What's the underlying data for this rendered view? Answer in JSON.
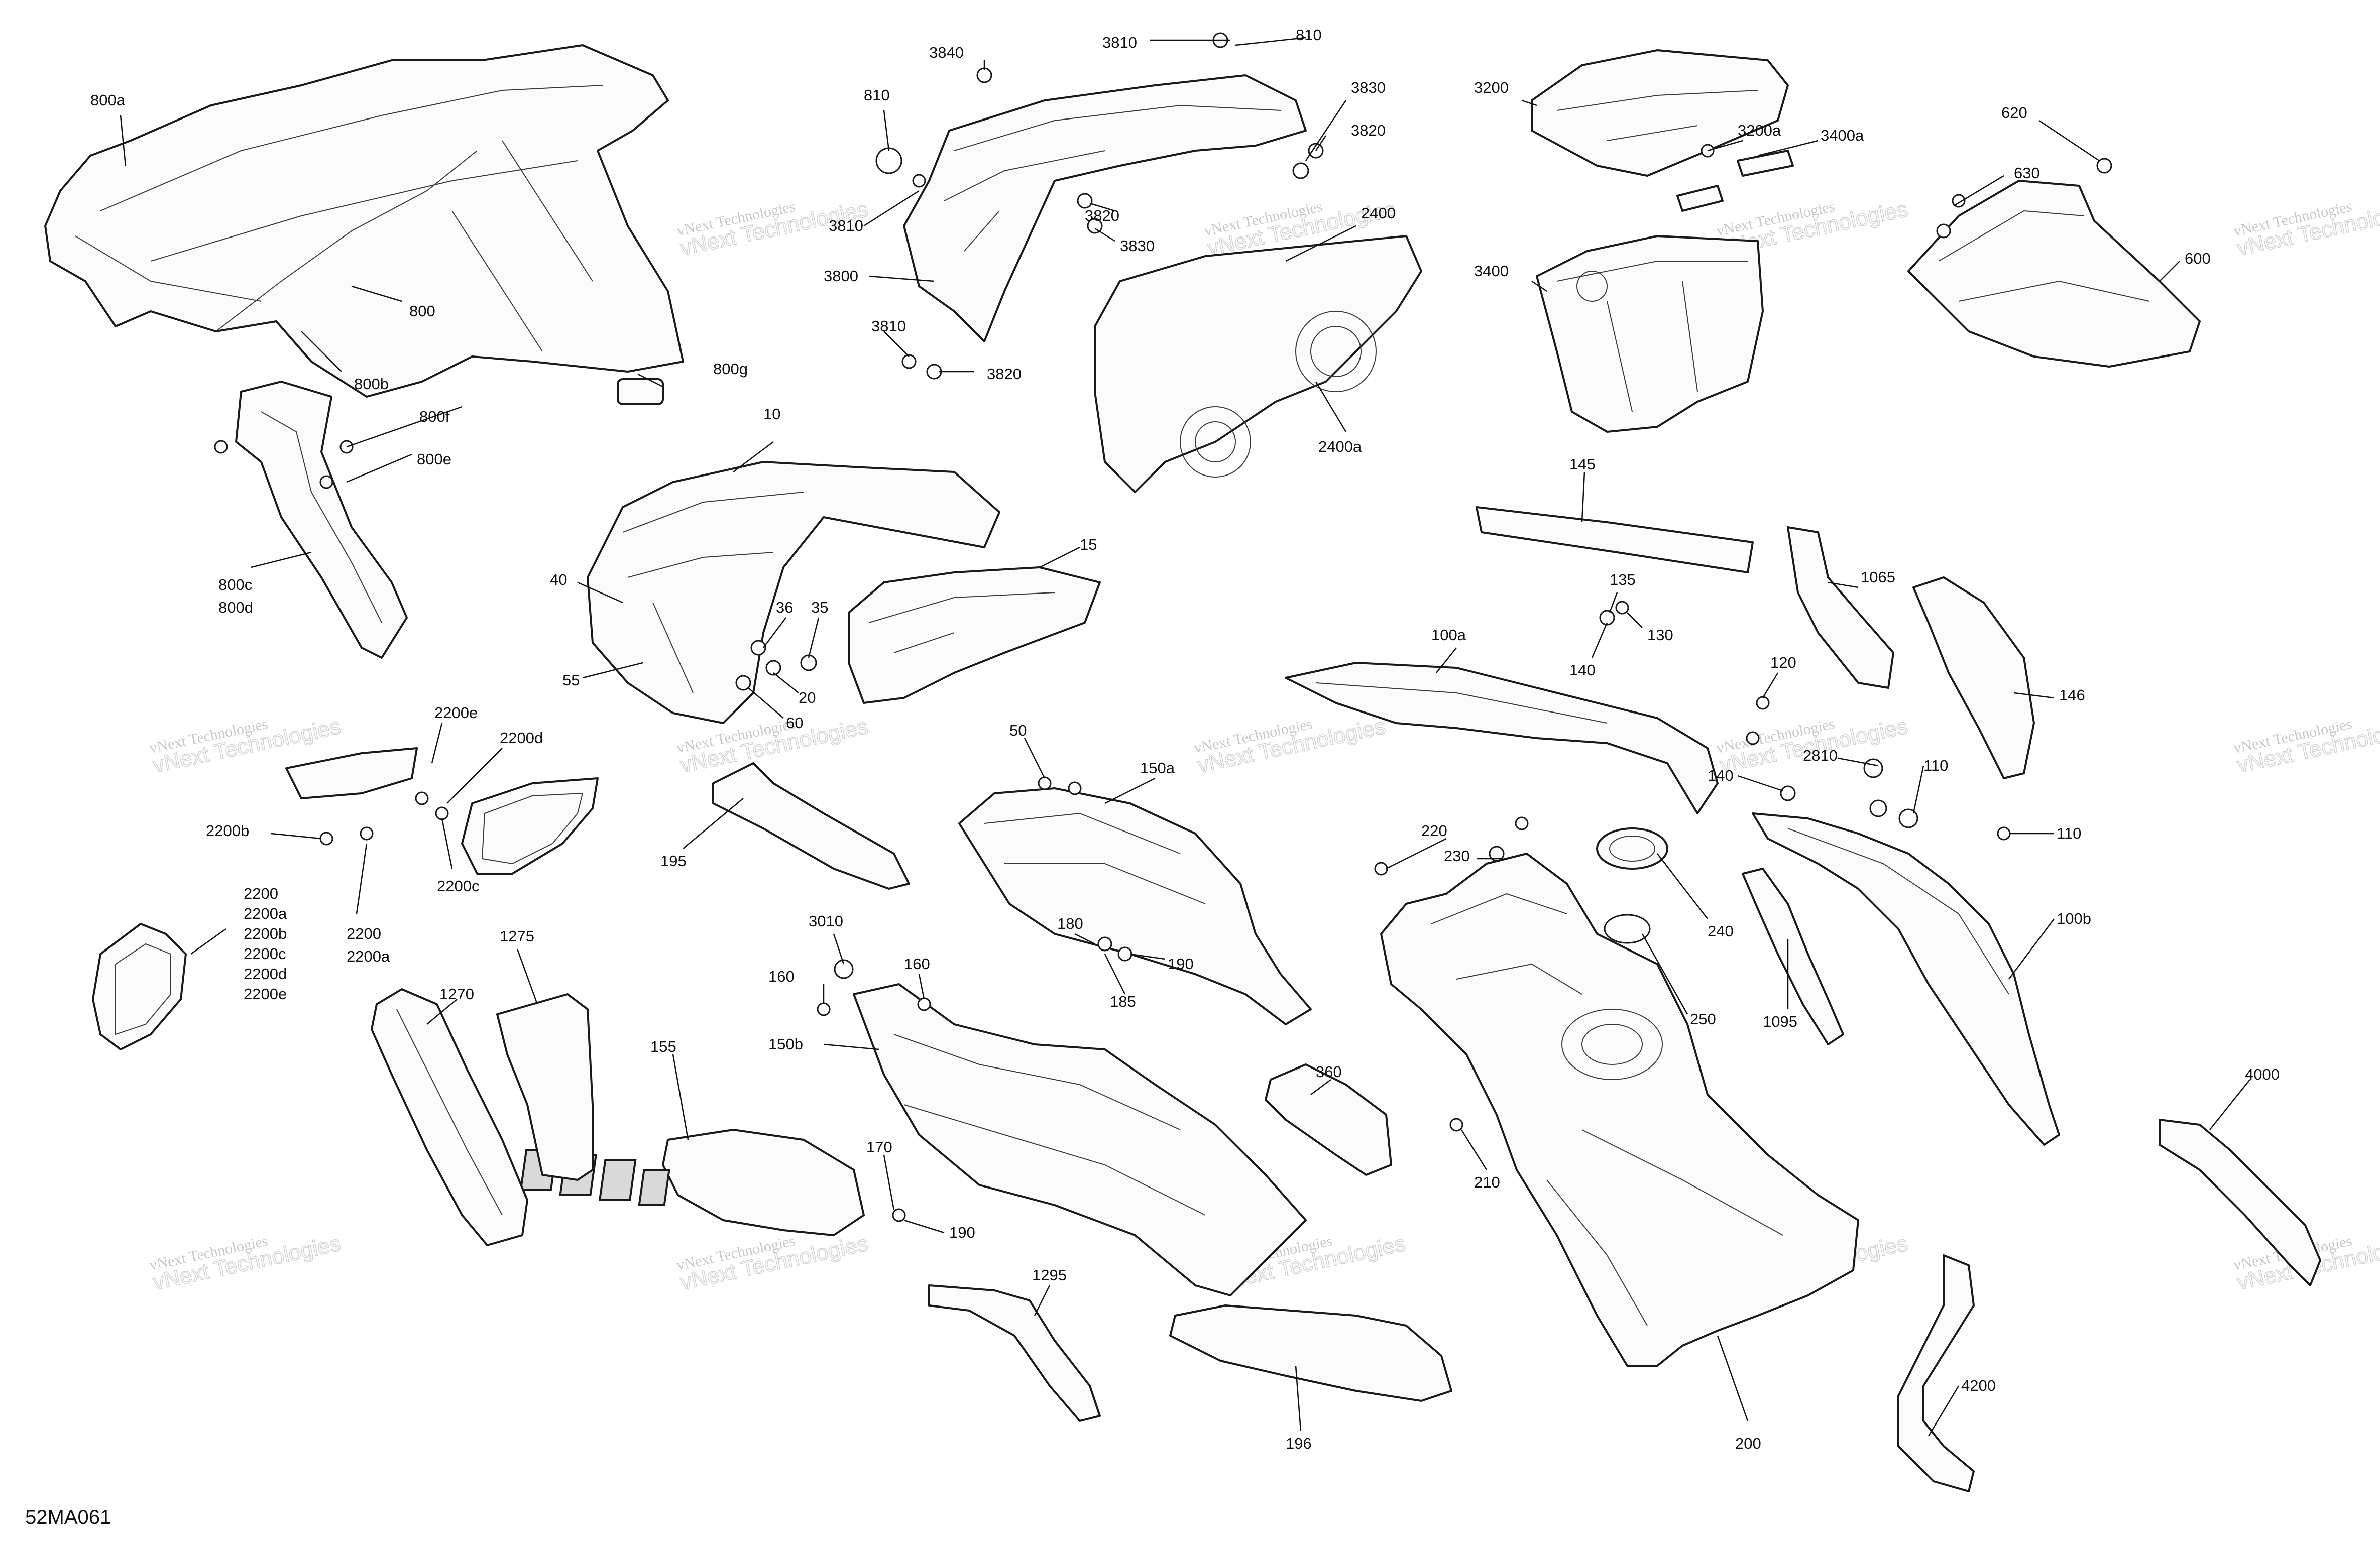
{
  "diagram_ref": "52MA061",
  "watermark": {
    "line1": "vNext Technologies",
    "line2": "vNext Technologies"
  },
  "callouts": [
    "800a",
    "800",
    "800b",
    "800f",
    "800e",
    "800c",
    "800d",
    "800g",
    "3810",
    "810",
    "3840",
    "810",
    "3830",
    "3820",
    "3810",
    "3820",
    "3830",
    "3800",
    "3810",
    "3820",
    "2400",
    "2400a",
    "3200",
    "3200a",
    "3400a",
    "3400",
    "620",
    "630",
    "600",
    "10",
    "15",
    "40",
    "55",
    "36",
    "35",
    "20",
    "60",
    "145",
    "135",
    "130",
    "140",
    "1065",
    "146",
    "100a",
    "120",
    "2200e",
    "2200d",
    "2200b",
    "2200c",
    "2200",
    "2200a",
    "2200",
    "2200a",
    "2200b",
    "2200c",
    "2200d",
    "2200e",
    "195",
    "50",
    "150a",
    "180",
    "190",
    "185",
    "3010",
    "160",
    "160",
    "150b",
    "170",
    "190",
    "155",
    "1270",
    "1275",
    "1295",
    "196",
    "360",
    "220",
    "230",
    "240",
    "250",
    "210",
    "200",
    "2810",
    "110",
    "140",
    "110",
    "100b",
    "1095",
    "4000",
    "4200"
  ]
}
